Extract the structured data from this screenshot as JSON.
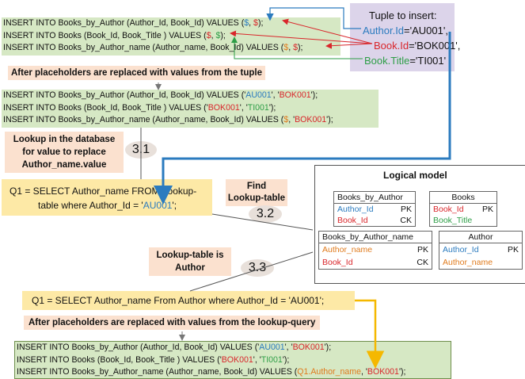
{
  "top_inserts": [
    {
      "prefix": "INSERT INTO Books_by_Author (Author_Id, Book_Id) VALUES (",
      "v1": "$",
      "sep": ", ",
      "v2": "$",
      "suffix": ");"
    },
    {
      "prefix": "INSERT INTO Books (Book_Id, Book_Title ) VALUES (",
      "v1": "$",
      "sep": ", ",
      "v2": "$",
      "suffix": ");"
    },
    {
      "prefix": "INSERT INTO Books_by_Author_name (Author_name, Book_Id) VALUES (",
      "v1": "$",
      "sep": ", ",
      "v2": "$",
      "suffix": ");"
    }
  ],
  "tuple": {
    "title": "Tuple to insert:",
    "lines": [
      {
        "name": "Author.Id",
        "value": "='AU001',"
      },
      {
        "name": "Book.Id",
        "value": "='BOK001',"
      },
      {
        "name": "Book.Title",
        "value": "='TI001'"
      }
    ]
  },
  "note_replace_tuple": "After placeholders are replaced with values from the tuple",
  "mid_inserts": [
    {
      "prefix": "INSERT INTO Books_by_Author (Author_Id, Book_Id) VALUES ('",
      "v1": "AU001",
      "sep": "', '",
      "v2": "BOK001",
      "suffix": "');"
    },
    {
      "prefix": "INSERT INTO Books (Book_Id, Book_Title ) VALUES ('",
      "v1": "BOK001",
      "sep": "', '",
      "v2": "TI001",
      "suffix": "');"
    },
    {
      "prefix": "INSERT INTO Books_by_Author_name (Author_name, Book_Id) VALUES (",
      "v1": "$",
      "sep": ", '",
      "v2": "BOK001",
      "suffix": "');"
    }
  ],
  "note_lookup_db": [
    "Lookup in the database",
    "for value to replace",
    "Author_name.value"
  ],
  "step_31": "3.1",
  "q1_first": {
    "line1": "Q1 = SELECT Author_name FROM Lookup-",
    "line2_prefix": "table where Author_Id = '",
    "line2_value": "AU001",
    "line2_suffix": "';"
  },
  "note_find": [
    "Find",
    "Lookup-table"
  ],
  "step_32": "3.2",
  "logical_model": {
    "title": "Logical model",
    "tables": [
      {
        "name": "Books_by_Author",
        "rows": [
          {
            "col": "Author_Id",
            "key": "PK",
            "color": "blue"
          },
          {
            "col": "Book_Id",
            "key": "CK",
            "color": "red"
          }
        ]
      },
      {
        "name": "Books",
        "rows": [
          {
            "col": "Book_Id",
            "key": "PK",
            "color": "red"
          },
          {
            "col": "Book_Title",
            "key": "",
            "color": "green"
          }
        ]
      },
      {
        "name": "Books_by_Author_name",
        "rows": [
          {
            "col": "Author_name",
            "key": "PK",
            "color": "orange"
          },
          {
            "col": "Book_Id",
            "key": "CK",
            "color": "red"
          }
        ]
      },
      {
        "name": "Author",
        "rows": [
          {
            "col": "Author_Id",
            "key": "PK",
            "color": "blue"
          },
          {
            "col": "Author_name",
            "key": "",
            "color": "orange"
          }
        ]
      }
    ]
  },
  "note_lookup_is": [
    "Lookup-table is",
    "Author"
  ],
  "step_33": "3.3",
  "q1_final": "Q1 = SELECT Author_name From Author where Author_Id = 'AU001';",
  "note_replace_lookup": "After placeholders are replaced with values from the lookup-query",
  "bottom_inserts": [
    {
      "prefix": "INSERT INTO Books_by_Author (Author_Id, Book_Id) VALUES ('",
      "v1": "AU001",
      "sep": "', '",
      "v2": "BOK001",
      "suffix": "');"
    },
    {
      "prefix": "INSERT INTO Books (Book_Id, Book_Title ) VALUES ('",
      "v1": "BOK001",
      "sep": "', '",
      "v2": "TI001",
      "suffix": "');"
    },
    {
      "prefix": "INSERT INTO Books_by_Author_name (Author_name, Book_Id) VALUES (",
      "v1": "Q1.Author_name",
      "sep": ", '",
      "v2": "BOK001",
      "suffix": "');"
    }
  ],
  "colors": {
    "blue": "#2b7bbf",
    "red": "#d9262b",
    "green": "#2e9e47",
    "orange": "#e07b1d",
    "yellow_arrow": "#f5b800"
  }
}
